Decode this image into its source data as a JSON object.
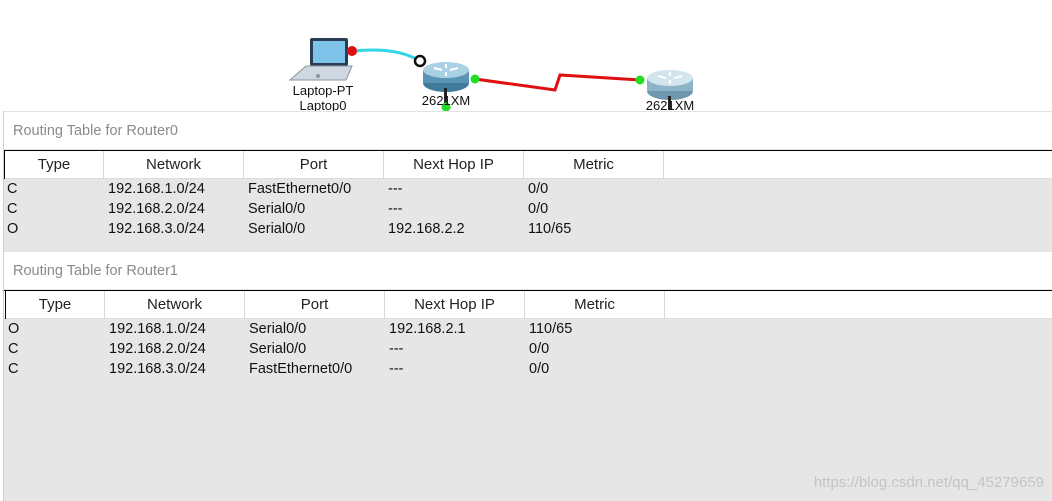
{
  "topology": {
    "laptop": {
      "type_label": "Laptop-PT",
      "name_label": "Laptop0"
    },
    "router0": {
      "model_label": "2621XM"
    },
    "router1": {
      "model_label": "2621XM"
    },
    "colors": {
      "ethernet_link": "#33d6e6",
      "serial_link": "#e01010",
      "port_up": "#22dd22",
      "port_down": "#dd1111"
    }
  },
  "tables": [
    {
      "title": "Routing Table for Router0",
      "columns": [
        "Type",
        "Network",
        "Port",
        "Next Hop IP",
        "Metric"
      ],
      "rows": [
        [
          "C",
          "192.168.1.0/24",
          "FastEthernet0/0",
          "---",
          "0/0"
        ],
        [
          "C",
          "192.168.2.0/24",
          "Serial0/0",
          "---",
          "0/0"
        ],
        [
          "O",
          "192.168.3.0/24",
          "Serial0/0",
          "192.168.2.2",
          "110/65"
        ]
      ]
    },
    {
      "title": "Routing Table for Router1",
      "columns": [
        "Type",
        "Network",
        "Port",
        "Next Hop IP",
        "Metric"
      ],
      "rows": [
        [
          "O",
          "192.168.1.0/24",
          "Serial0/0",
          "192.168.2.1",
          "110/65"
        ],
        [
          "C",
          "192.168.2.0/24",
          "Serial0/0",
          "---",
          "0/0"
        ],
        [
          "C",
          "192.168.3.0/24",
          "FastEthernet0/0",
          "---",
          "0/0"
        ]
      ]
    }
  ],
  "watermark": "https://blog.csdn.net/qq_45279659"
}
